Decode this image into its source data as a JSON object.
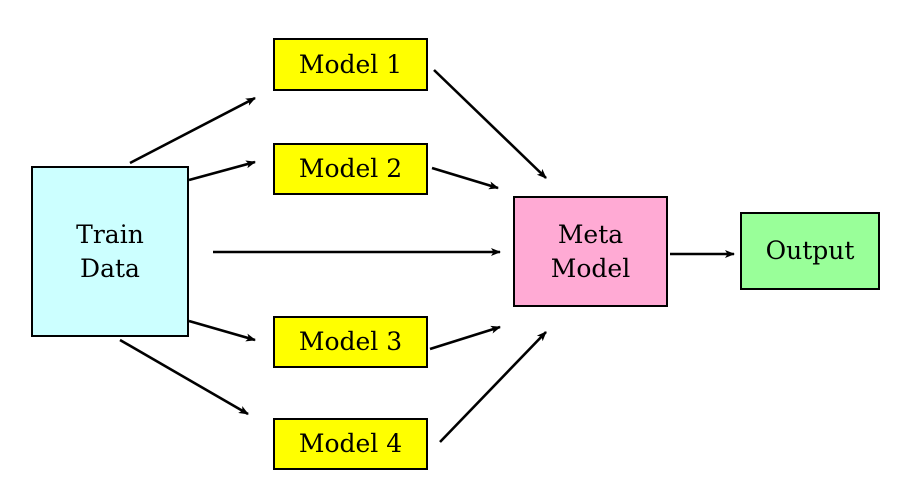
{
  "diagram": {
    "nodes": [
      {
        "id": "train",
        "label": "Train\nData",
        "color": "#ccffff"
      },
      {
        "id": "model1",
        "label": "Model 1",
        "color": "#ffff00"
      },
      {
        "id": "model2",
        "label": "Model 2",
        "color": "#ffff00"
      },
      {
        "id": "model3",
        "label": "Model 3",
        "color": "#ffff00"
      },
      {
        "id": "model4",
        "label": "Model 4",
        "color": "#ffff00"
      },
      {
        "id": "meta",
        "label": "Meta\nModel",
        "color": "#ffaad4"
      },
      {
        "id": "output",
        "label": "Output",
        "color": "#99ff99"
      }
    ],
    "edges": [
      {
        "from": "train",
        "to": "model1"
      },
      {
        "from": "train",
        "to": "model2"
      },
      {
        "from": "train",
        "to": "meta"
      },
      {
        "from": "train",
        "to": "model3"
      },
      {
        "from": "train",
        "to": "model4"
      },
      {
        "from": "model1",
        "to": "meta"
      },
      {
        "from": "model2",
        "to": "meta"
      },
      {
        "from": "model3",
        "to": "meta"
      },
      {
        "from": "model4",
        "to": "meta"
      },
      {
        "from": "meta",
        "to": "output"
      }
    ],
    "arrow_color": "#000000"
  }
}
